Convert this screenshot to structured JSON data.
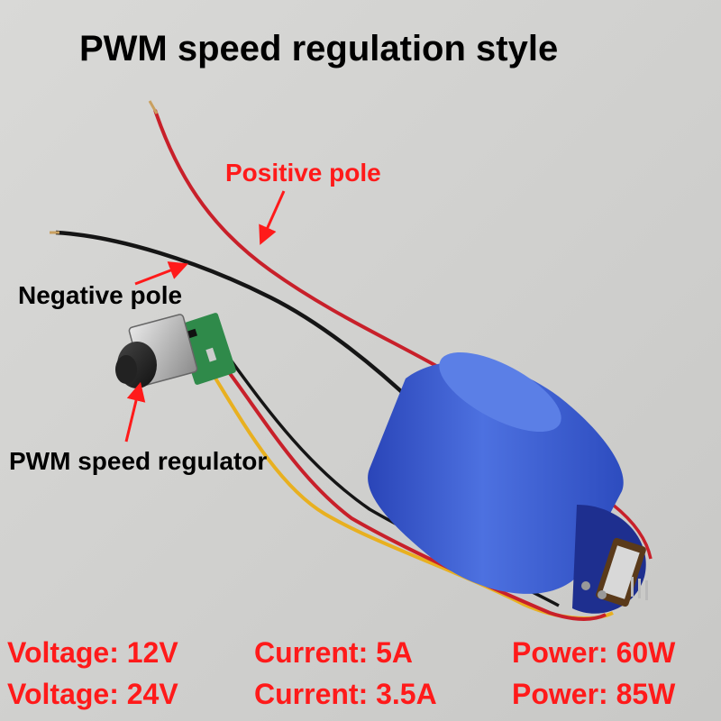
{
  "title": "PWM speed regulation style",
  "labels": {
    "positive": "Positive pole",
    "negative": "Negative pole",
    "regulator": "PWM speed regulator"
  },
  "specs": [
    {
      "voltage": "Voltage: 12V",
      "current": "Current: 5A",
      "power": "Power: 60W"
    },
    {
      "voltage": "Voltage: 24V",
      "current": "Current: 3.5A",
      "power": "Power: 85W"
    }
  ],
  "colors": {
    "background": "#d6d6d4",
    "label_red": "#ff1a1a",
    "motor_blue": "#3b5fd0",
    "wire_red": "#c8202a",
    "wire_black": "#151515",
    "wire_yellow": "#e8b020",
    "pcb_green": "#2f8a4a"
  }
}
